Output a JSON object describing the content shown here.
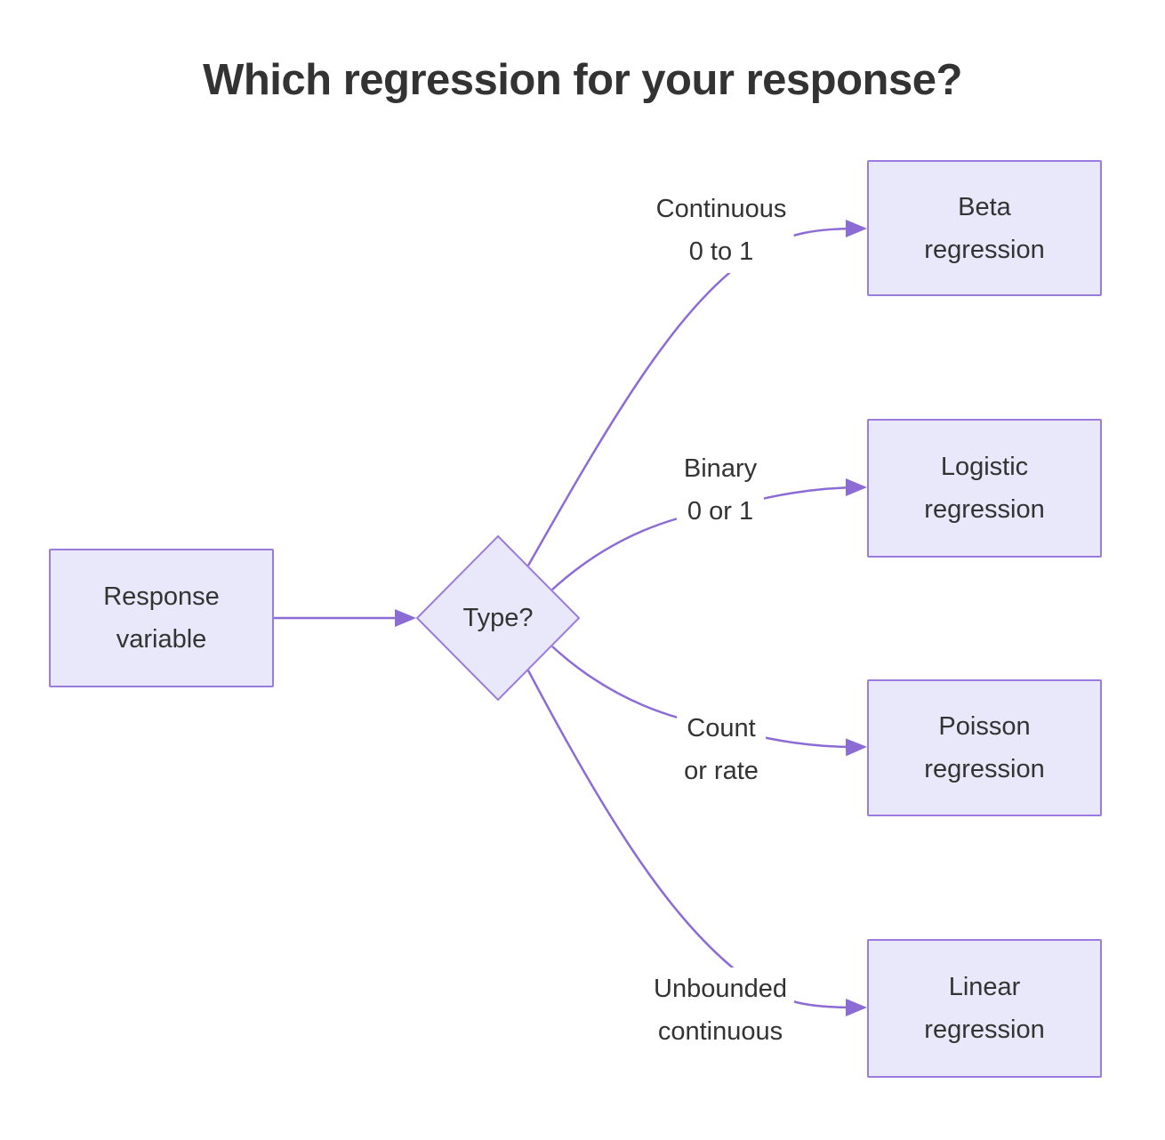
{
  "title": "Which regression for your response?",
  "colors": {
    "background": "#FFFFFF",
    "node_fill": "#E9E8FA",
    "node_border": "#9B7BDE",
    "edge_color": "#8D6BD5",
    "text_color": "#333333"
  },
  "nodes": [
    {
      "id": "response-variable",
      "shape": "rectangle",
      "lines": [
        "Response",
        "variable"
      ]
    },
    {
      "id": "type",
      "shape": "diamond",
      "lines": [
        "Type?"
      ]
    },
    {
      "id": "beta-regression",
      "shape": "rectangle",
      "lines": [
        "Beta",
        "regression"
      ]
    },
    {
      "id": "logistic-regression",
      "shape": "rectangle",
      "lines": [
        "Logistic",
        "regression"
      ]
    },
    {
      "id": "poisson-regression",
      "shape": "rectangle",
      "lines": [
        "Poisson",
        "regression"
      ]
    },
    {
      "id": "linear-regression",
      "shape": "rectangle",
      "lines": [
        "Linear",
        "regression"
      ]
    }
  ],
  "edges": [
    {
      "from": "Response variable",
      "to": "Type?",
      "label_lines": []
    },
    {
      "from": "Type?",
      "to": "Beta regression",
      "label_lines": [
        "Continuous",
        "0 to 1"
      ]
    },
    {
      "from": "Type?",
      "to": "Logistic regression",
      "label_lines": [
        "Binary",
        "0 or 1"
      ]
    },
    {
      "from": "Type?",
      "to": "Poisson regression",
      "label_lines": [
        "Count",
        "or rate"
      ]
    },
    {
      "from": "Type?",
      "to": "Linear regression",
      "label_lines": [
        "Unbounded",
        "continuous"
      ]
    }
  ]
}
